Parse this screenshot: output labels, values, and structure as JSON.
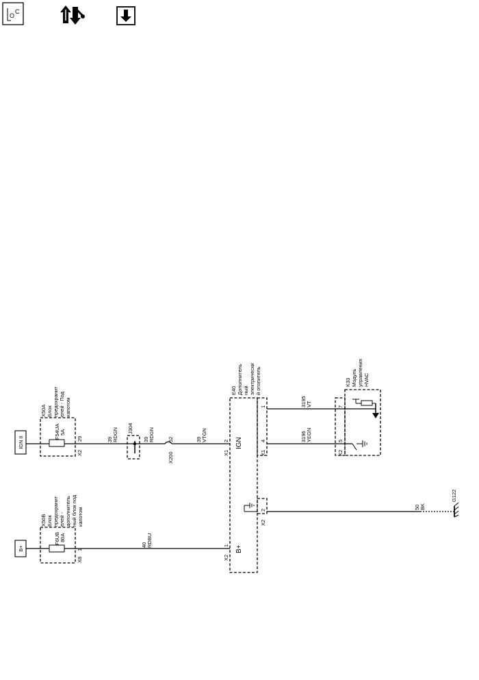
{
  "toolbar": {
    "loc_label": "LOC",
    "buttons": [
      "loc-icon",
      "connector-info-icon",
      "down-arrow-icon"
    ]
  },
  "diagram": {
    "b_plus_source": "B+",
    "ign_source": "IGN II",
    "x50b": {
      "id": "X50B",
      "name_lines": [
        "Блок",
        "предохранит",
        "елей -",
        "дополнитель",
        "ный блок под",
        "капотом"
      ],
      "fuse": "F6UB",
      "amps": "80A",
      "connector": "X8",
      "pin": "1"
    },
    "x50a": {
      "id": "X50A",
      "name_lines": [
        "Блок",
        "предохранит",
        "елей - Под",
        "капотом"
      ],
      "fuse": "F54UA",
      "amps": "5A",
      "connector": "X2",
      "pin": "29"
    },
    "j304": "J304",
    "x200": {
      "id": "X200",
      "pin": "52"
    },
    "e40": {
      "id": "E40",
      "name_lines": [
        "Дополнитель",
        "ный",
        "электрически",
        "й отопитель"
      ],
      "ign_label": "IGN",
      "bplus_label": "B+",
      "x1": "X1",
      "x2": "X2",
      "pins": {
        "ign": "2",
        "bplus": "1",
        "out1": "1",
        "out4": "4",
        "ground": "2"
      }
    },
    "k33": {
      "id": "K33",
      "name_lines": [
        "Модуль",
        "управления",
        "HVAC"
      ],
      "connector": "X2",
      "pin_top": "7",
      "pin_bottom": "5"
    },
    "g122": "G122",
    "wires": {
      "bplus_feed": {
        "circuit": "40",
        "color": "RDBU"
      },
      "ign_fuse_to_j304": {
        "circuit": "39",
        "color": "RDGN"
      },
      "j304_to_x200": {
        "circuit": "39",
        "color": "RDGN"
      },
      "x200_to_e40": {
        "circuit": "39",
        "color": "VTGN"
      },
      "e40_to_k33_top": {
        "circuit": "3195",
        "color": "VT"
      },
      "e40_to_k33_bottom": {
        "circuit": "3196",
        "color": "YEGN"
      },
      "ground": {
        "circuit": "50",
        "color": "BK"
      }
    }
  }
}
